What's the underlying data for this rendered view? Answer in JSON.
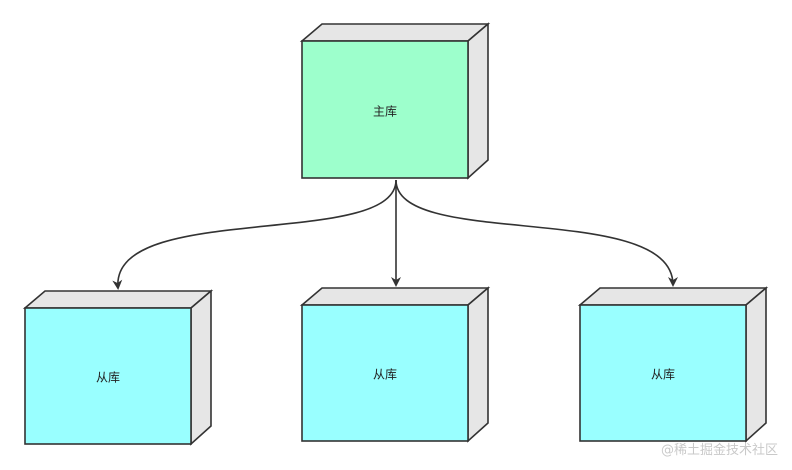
{
  "diagram": {
    "master": {
      "label": "主库"
    },
    "slaves": [
      {
        "label": "从库"
      },
      {
        "label": "从库"
      },
      {
        "label": "从库"
      }
    ]
  },
  "colors": {
    "master_fill": "#9dffcc",
    "slave_fill": "#99ffff",
    "side_fill": "#e6e6e6",
    "stroke": "#333333"
  },
  "watermark": "@稀土掘金技术社区"
}
